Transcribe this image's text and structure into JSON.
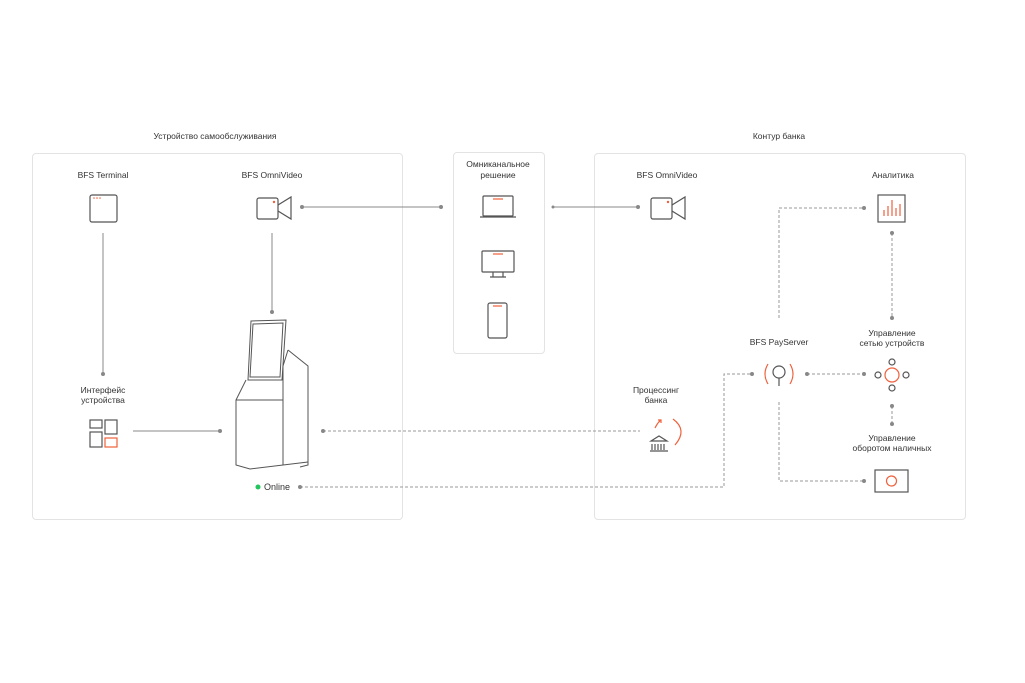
{
  "groups": {
    "self_service": "Устройство самообслуживания",
    "bank": "Контур банка",
    "omni": [
      "Омниканальное",
      "решение"
    ]
  },
  "nodes": {
    "terminal": "BFS Terminal",
    "omnivideo_left": "BFS OmniVideo",
    "interface": [
      "Интерфейс",
      "устройства"
    ],
    "online": "Online",
    "omnivideo_right": "BFS OmniVideo",
    "analytics": "Аналитика",
    "payserver": "BFS PayServer",
    "network_mgmt": [
      "Управление",
      "сетью устройств"
    ],
    "processing": [
      "Процессинг",
      "банка"
    ],
    "cash_mgmt": [
      "Управление",
      "оборотом наличных"
    ]
  },
  "colors": {
    "accent": "#f0603c",
    "line": "#888888",
    "status_online": "#22c55e"
  }
}
